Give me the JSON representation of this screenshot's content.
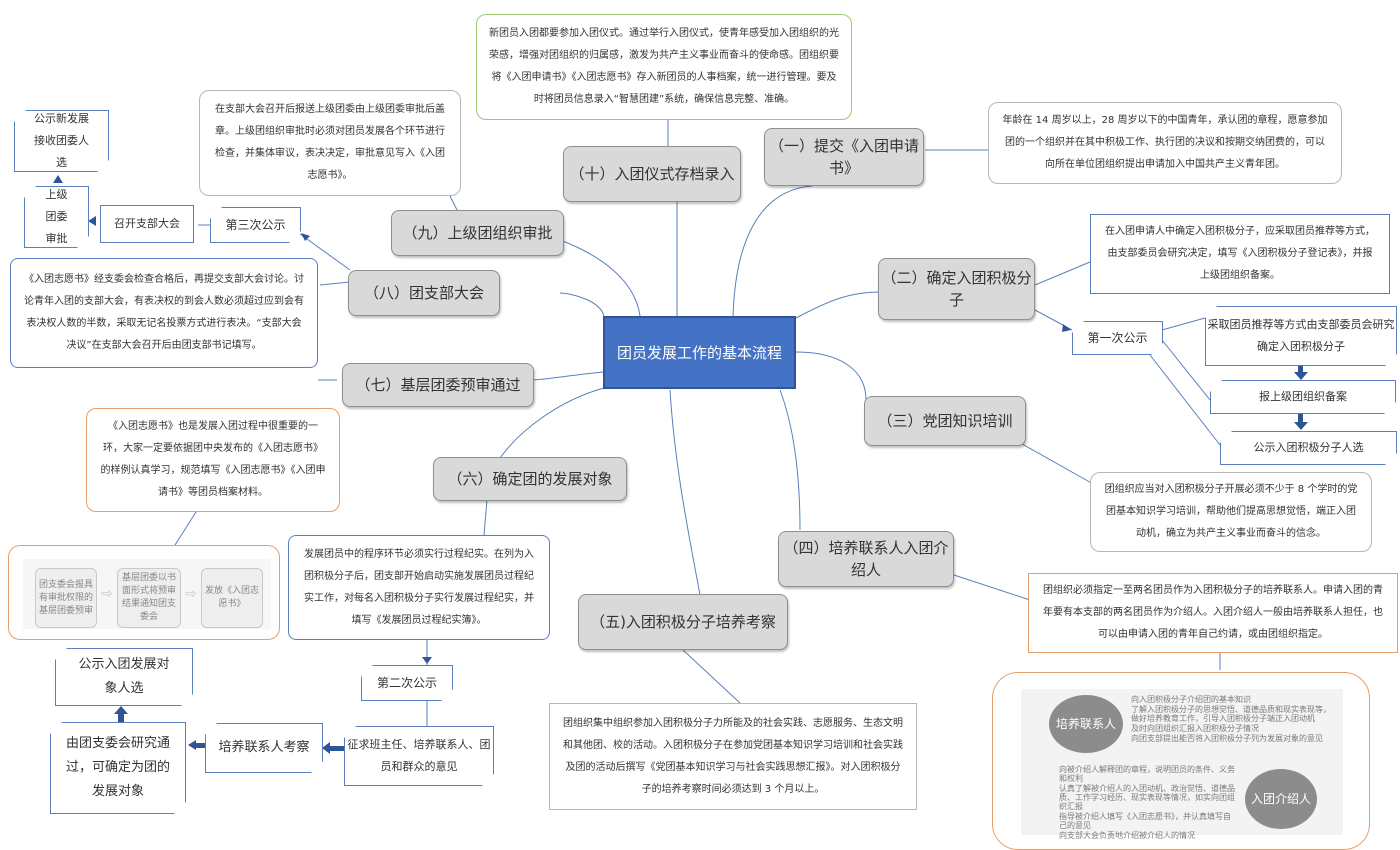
{
  "center": "团员发展工作的基本流程",
  "steps": {
    "s1": "（一）提交《入团申请书》",
    "s2": "（二）确定入团积极分子",
    "s3": "（三）党团知识培训",
    "s4": "（四）培养联系人入团介绍人",
    "s5": "（五)入团积极分子培养考察",
    "s6": "（六）确定团的发展对象",
    "s7": "（七）基层团委预审通过",
    "s8": "（八）团支部大会",
    "s9": "（九）上级团组织审批",
    "s10": "（十）入团仪式存档录入"
  },
  "notes": {
    "n1": "年龄在 14 周岁以上，28 周岁以下的中国青年，承认团的章程，愿意参加团的一个组织并在其中积极工作、执行团的决议和按期交纳团费的，可以向所在单位团组织提出申请加入中国共产主义青年团。",
    "n2": "在入团申请人中确定入团积极分子，应采取团员推荐等方式，由支部委员会研究决定，填写《入团积极分子登记表》，并报上级团组织备案。",
    "n3": "团组织应当对入团积极分子开展必须不少于 8 个学时的党团基本知识学习培训，帮助他们提高思想觉悟，端正入团动机，确立为共产主义事业而奋斗的信念。",
    "n4": "团组织必须指定一至两名团员作为入团积极分子的培养联系人。申请入团的青年要有本支部的两名团员作为介绍人。入团介绍人一般由培养联系人担任，也可以由申请入团的青年自己约请，或由团组织指定。",
    "n5": "团组织集中组织参加入团积极分子力所能及的社会实践、志愿服务、生态文明和其他团、校的活动。入团积极分子在参加党团基本知识学习培训和社会实践及团的活动后撰写《党团基本知识学习与社会实践思想汇报》。对入团积极分子的培养考察时间必须达到 3 个月以上。",
    "n6": "发展团员中的程序环节必须实行过程纪实。在列为入团积极分子后，团支部开始启动实施发展团员过程纪实工作，对每名入团积极分子实行发展过程纪实，并填写《发展团员过程纪实簿》。",
    "n7": "《入团志愿书》也是发展入团过程中很重要的一环，大家一定要依据团中央发布的《入团志愿书》的样例认真学习，规范填写《入团志愿书》《入团申请书》等团员档案材料。",
    "n8": "《入团志愿书》经支委会检查合格后，再提交支部大会讨论。讨论青年入团的支部大会，有表决权的到会人数必须超过应到会有表决权人数的半数，采取无记名投票方式进行表决。“支部大会决议”在支部大会召开后由团支部书记填写。",
    "n9": "在支部大会召开后报送上级团委由上级团委审批后盖章。上级团组织审批时必须对团员发展各个环节进行检查，并集体审议，表决决定，审批意见写入《入团志愿书》。",
    "n10": "新团员入团都要参加入团仪式。通过举行入团仪式，使青年感受加入团组织的光荣感，增强对团组织的归属感，激发为共产主义事业而奋斗的使命感。团组织要将《入团申请书》《入团志愿书》存入新团员的人事档案，统一进行管理。要及时将团员信息录入“智慧团建”系统，确保信息完整、准确。"
  },
  "publicity": {
    "first": "第一次公示",
    "first_steps": [
      "采取团员推荐等方式由支部委员会研究确定入团积极分子",
      "报上级团组织备案",
      "公示入团积极分子人选"
    ],
    "second": "第二次公示",
    "second_steps": [
      "征求班主任、培养联系人、团员和群众的意见",
      "培养联系人考察",
      "由团支委会研究通过，可确定为团的发展对象",
      "公示入团发展对象人选"
    ],
    "third": "第三次公示",
    "third_steps": [
      "召开支部大会",
      "上级团委审批",
      "公示新发展接收团委人选"
    ]
  },
  "flow7": [
    "团支委会报具有审批权限的基层团委预审",
    "基层团委以书面形式将预审结果通知团支委会",
    "发放《入团志愿书》"
  ],
  "roles": {
    "contact": "培养联系人",
    "contact_items": [
      "向入团积极分子介绍团的基本知识",
      "了解入团积极分子的思想觉悟、道德品质和现实表现等，做好培养教育工作，引导入团积极分子端正入团动机",
      "及时向团组织汇报入团积极分子情况",
      "向团支部提出能否将入团积极分子列为发展对象的意见"
    ],
    "introducer": "入团介绍人",
    "introducer_items": [
      "向被介绍人解释团的章程，说明团员的条件、义务和权利",
      "认真了解被介绍人的入团动机、政治觉悟、道德品质、工作学习经历、现实表现等情况，如实向团组织汇报",
      "指导被介绍人填写《入团志愿书》，并认真填写自己的意见",
      "向支部大会负责地介绍被介绍人的情况"
    ]
  }
}
